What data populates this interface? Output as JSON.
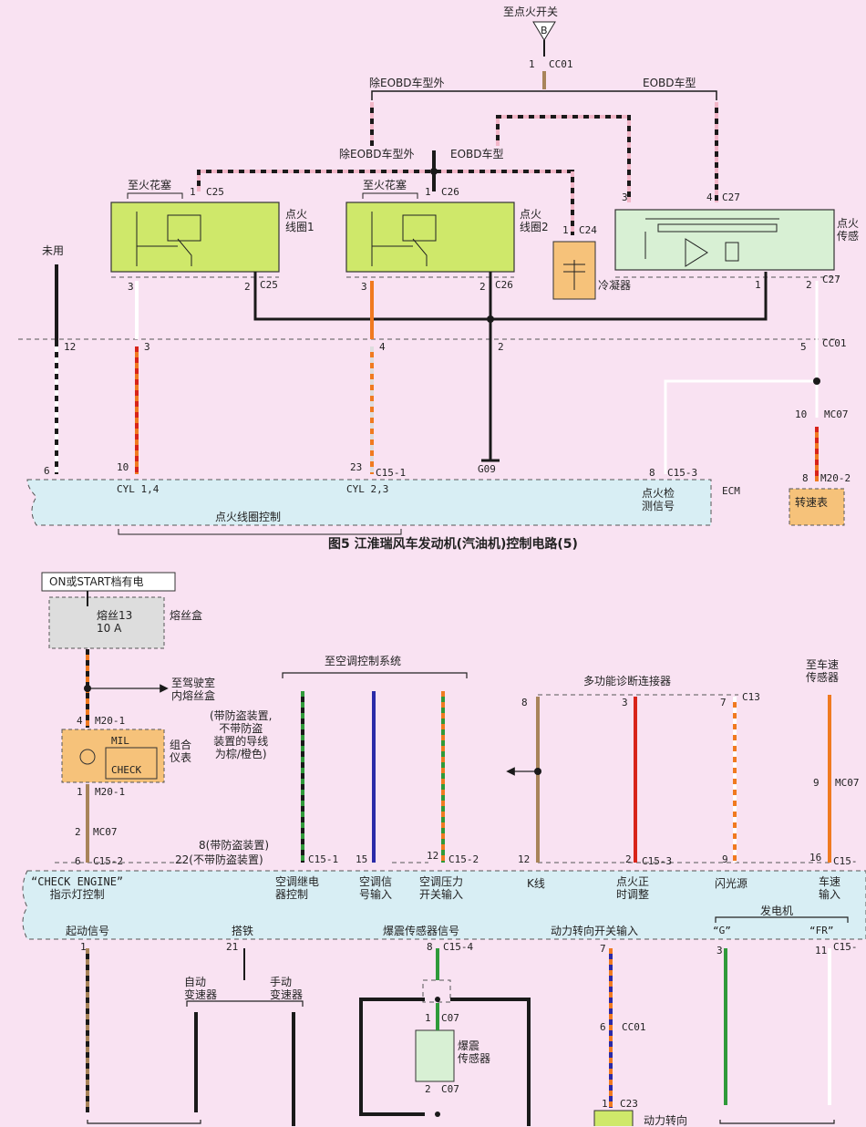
{
  "figure": {
    "caption": "图5 江淮瑞风车发动机(汽油机)控制电路(5)"
  },
  "top": {
    "ignition_switch": "至点火开关",
    "ignition_switch_mark": "B",
    "cc01_top": "1",
    "cc01_label": "CC01",
    "non_eobd_1": "除EOBD车型外",
    "eobd_1": "EOBD车型",
    "non_eobd_2": "除EOBD车型外",
    "eobd_2": "EOBD车型",
    "spark_plug_1": "至火花塞",
    "spark_plug_2": "至火花塞",
    "coil1": "点火\n线圈1",
    "coil2": "点火\n线圈2",
    "c25_pin1": "1",
    "c25": "C25",
    "c26_pin1": "1",
    "c26": "C26",
    "c24_pin1": "1",
    "c24": "C24",
    "condenser": "冷凝器",
    "c27_pin3": "3",
    "c27_pin4": "4",
    "c27_top": "C27",
    "ign_sensor": "点火\n传感",
    "unused": "未用",
    "c25_pin3": "3",
    "c25_pin2": "2",
    "c25_b": "C25",
    "c26_pin3": "3",
    "c26_pin2": "2",
    "c26_b": "C26",
    "c27_pin1": "1",
    "c27_pin2": "2",
    "c27_b": "C27",
    "cc01_12": "12",
    "cc01_3": "3",
    "cc01_4": "4",
    "cc01_2": "2",
    "cc01_5": "5",
    "cc01_r": "CC01",
    "g09": "G09",
    "mc07_10": "10",
    "mc07": "MC07",
    "ecm_6": "6",
    "ecm_10": "10",
    "ecm_23": "23",
    "c15_1": "C15-1",
    "ecm_8": "8",
    "c15_3": "C15-3",
    "m20_8": "8",
    "m20_2": "M20-2",
    "cyl14": "CYL 1,4",
    "cyl23": "CYL 2,3",
    "ign_detect": "点火检\n测信号",
    "ecm": "ECM",
    "tach": "转速表",
    "coil_control": "点火线圈控制"
  },
  "bottom": {
    "power": "ON或START档有电",
    "fuse": "熔丝13\n10 A",
    "fuse_box": "熔丝盒",
    "cabin_fuse": "至驾驶室\n内熔丝盒",
    "m20_1_top_pin": "4",
    "m20_1_top": "M20-1",
    "mil": "MIL",
    "check": "CHECK",
    "cluster": "组合\n仪表",
    "m20_1_bot_pin": "1",
    "m20_1_bot": "M20-1",
    "mc07_pin": "2",
    "mc07": "MC07",
    "c15_2_pin6": "6",
    "c15_2": "C15-2",
    "check_engine": "“CHECK ENGINE”\n指示灯控制",
    "ac_system": "至空调控制系统",
    "antitheft_note": "(带防盗装置,\n不带防盗\n装置的导线\n为棕/橙色)",
    "pin8_note": "8(带防盗装置)",
    "pin22_note": "22(不带防盗装置)",
    "c15_1_b": "C15-1",
    "pin15": "15",
    "pin12_ac": "12",
    "c15_2_b": "C15-2",
    "ac_relay": "空调继电\n器控制",
    "ac_signal": "空调信\n号输入",
    "ac_pressure": "空调压力\n开关输入",
    "diag_conn": "多功能诊断连接器",
    "diag_8": "8",
    "diag_3": "3",
    "diag_7": "7",
    "c13": "C13",
    "k_pin": "12",
    "k_line": "K线",
    "ign_timing_pin": "2",
    "c15_3_b": "C15-3",
    "ign_timing": "点火正\n时调整",
    "flash_pin": "9",
    "flash": "闪光源",
    "speed_sensor": "至车速\n传感器",
    "mc07_9": "9",
    "mc07_b": "MC07",
    "speed_pin": "16",
    "c15_r": "C15-",
    "speed_input": "车速\n输入",
    "start_signal": "起动信号",
    "start_pin": "1",
    "ground": "搭铁",
    "ground_pin": "21",
    "knock_signal": "爆震传感器信号",
    "knock_pin": "8",
    "c15_4": "C15-4",
    "ps_input": "动力转向开关输入",
    "ps_pin": "7",
    "generator": "发电机",
    "gen_g": "“G”",
    "gen_fr": "“FR”",
    "gen_pin3": "3",
    "gen_pin11": "11",
    "c15_g": "C15-",
    "auto_trans": "自动\n变速器",
    "manual_trans": "手动\n变速器",
    "c07_1": "1",
    "c07_top": "C07",
    "knock_sensor": "爆震\n传感器",
    "c07_2": "2",
    "c07_bot": "C07",
    "cc01_6": "6",
    "cc01_b": "CC01",
    "c23_pin": "1",
    "c23": "C23",
    "ps_switch": "动力转向"
  },
  "colors": {
    "page_bg": "#f9e2f2",
    "ecm_block": "#d8eef4",
    "coil_block": "#cfe86a",
    "sensor_block": "#d8f0d4",
    "condenser_block": "#f6c27a",
    "fuse_block": "#dddddd",
    "wire_black": "#1a1a1a",
    "wire_orange": "#f07a20",
    "wire_red": "#d8241a",
    "wire_brown": "#a8845a",
    "wire_blue": "#2a2aa8",
    "wire_green": "#2f9a3a",
    "wire_pink": "#f2b6c8"
  }
}
